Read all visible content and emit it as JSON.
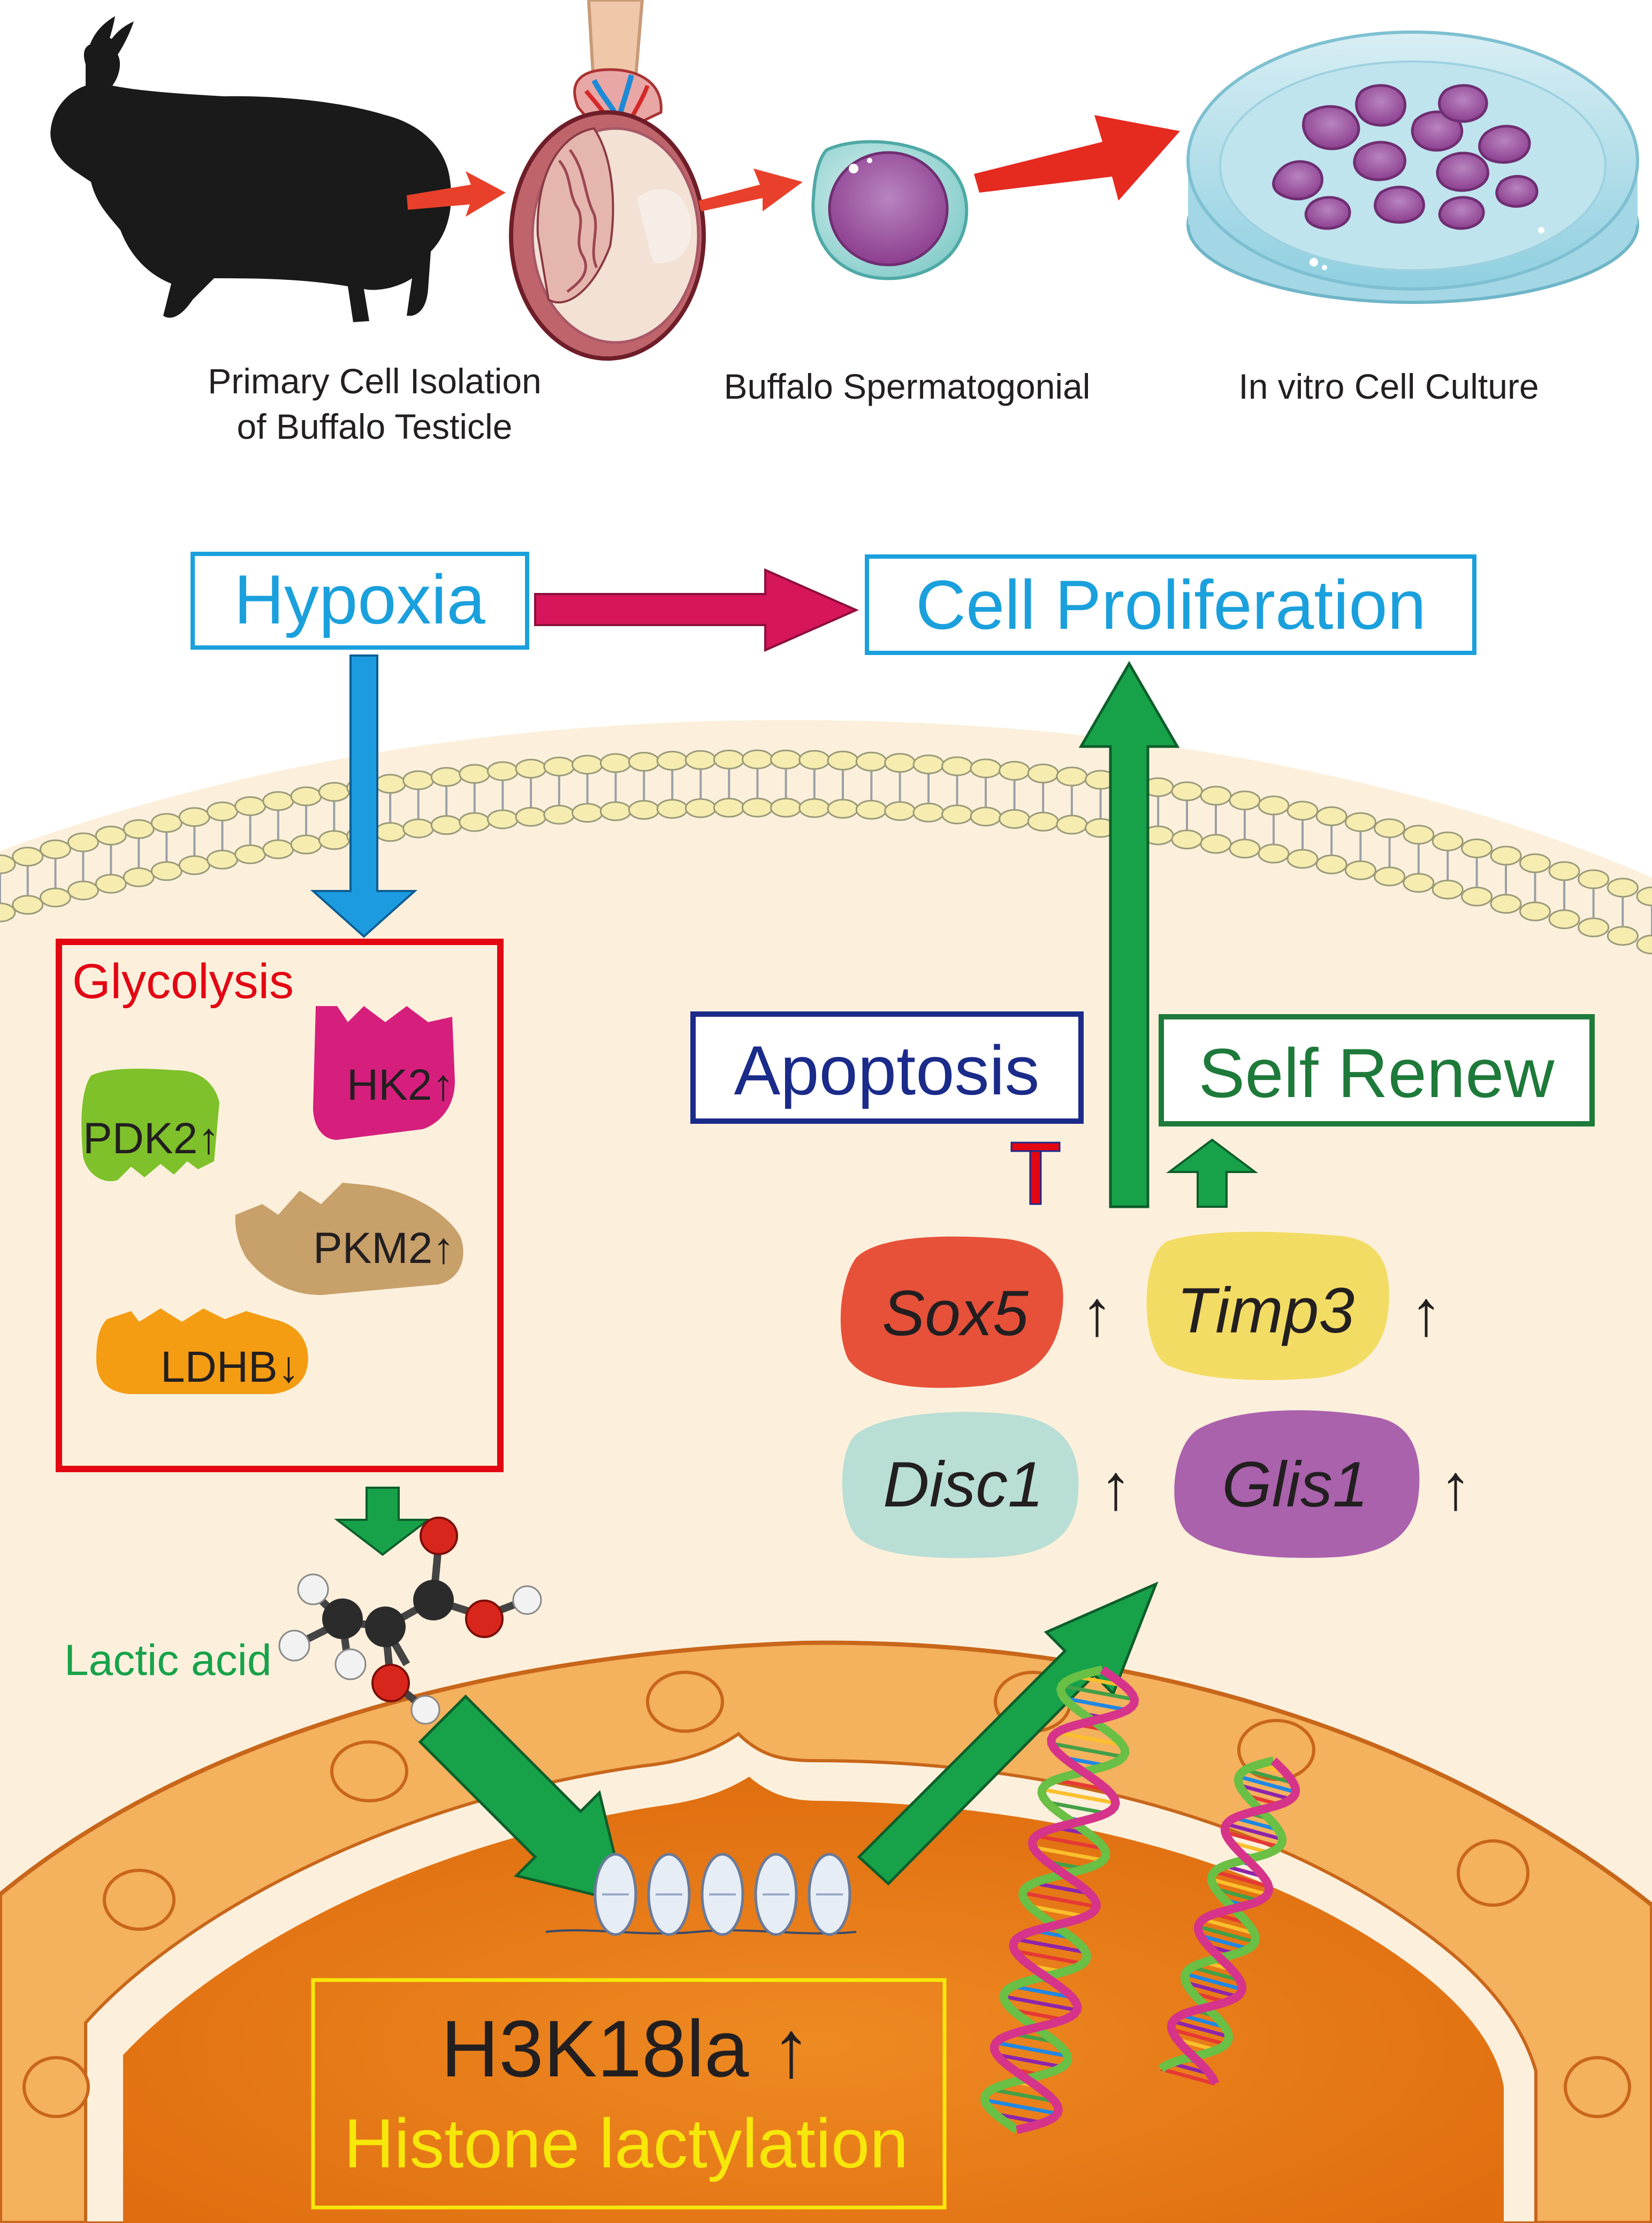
{
  "top": {
    "caption_isolation_line1": "Primary Cell Isolation",
    "caption_isolation_line2": "of Buffalo Testicle",
    "caption_spermatogonial": "Buffalo Spermatogonial",
    "caption_culture": "In vitro Cell Culture"
  },
  "boxes": {
    "hypoxia": "Hypoxia",
    "cell_proliferation": "Cell Proliferation",
    "apoptosis": "Apoptosis",
    "self_renew": "Self Renew",
    "glycolysis": "Glycolysis"
  },
  "enzymes": {
    "hk2": "HK2↑",
    "pdk2": "PDK2↑",
    "pkm2": "PKM2↑",
    "ldhb": "LDHB↓"
  },
  "genes": {
    "sox5": "Sox5",
    "timp3": "Timp3",
    "disc1": "Disc1",
    "glis1": "Glis1",
    "up_arrow": "↑"
  },
  "metabolite": {
    "lactic_acid": "Lactic acid"
  },
  "nucleus": {
    "mark": "H3K18la ↑",
    "process": "Histone lactylation"
  },
  "colors": {
    "hypoxia_box": "#1aa0dc",
    "apoptosis_box": "#1b2b8a",
    "self_renew_box": "#1e7a3a",
    "glycolysis_box": "#e30613",
    "green_arrow": "#17a24a",
    "hypoxia_arrow": "#d6155a",
    "nucleus": "#ea7f1c",
    "cytoplasm": "#fcf0dc",
    "sox5": "#e7513a",
    "timp3": "#f3dc64",
    "disc1": "#b9ded5",
    "glis1": "#aa62ad"
  }
}
